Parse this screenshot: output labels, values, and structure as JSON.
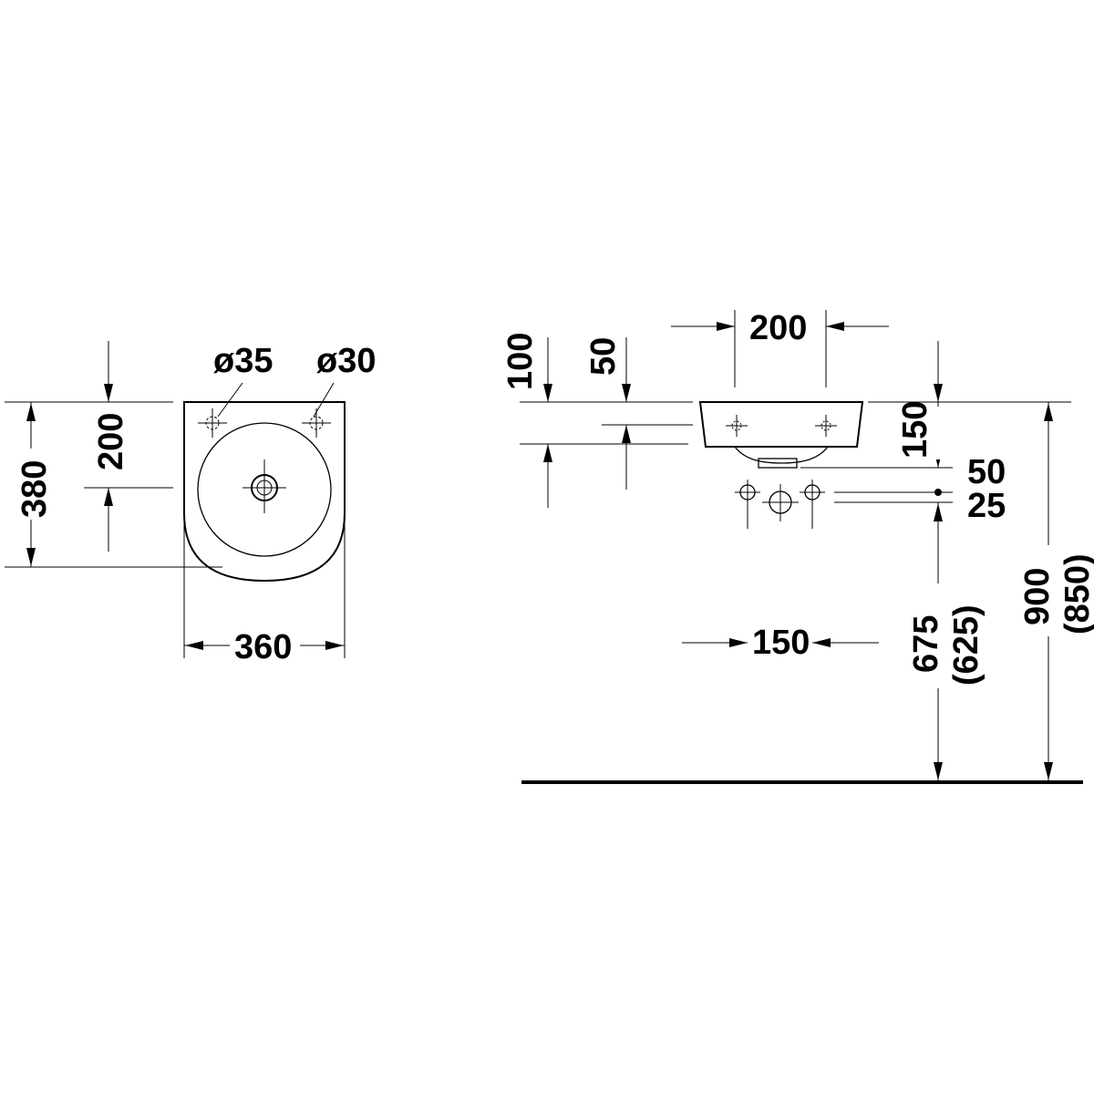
{
  "top_view": {
    "hole_large": "ø35",
    "hole_small": "ø30",
    "width": "360",
    "depth": "380",
    "drain_offset": "200"
  },
  "side_view": {
    "tap_spacing_top": "200",
    "rim_to_tap_centre": "100",
    "rim_to_drain": "50",
    "basin_height": "150",
    "drain_to_waste": "50",
    "waste_offset": "25",
    "waste_spacing": "150",
    "waste_height": "675",
    "waste_height_alt": "(625)",
    "rim_height": "900",
    "rim_height_alt": "(850)"
  }
}
